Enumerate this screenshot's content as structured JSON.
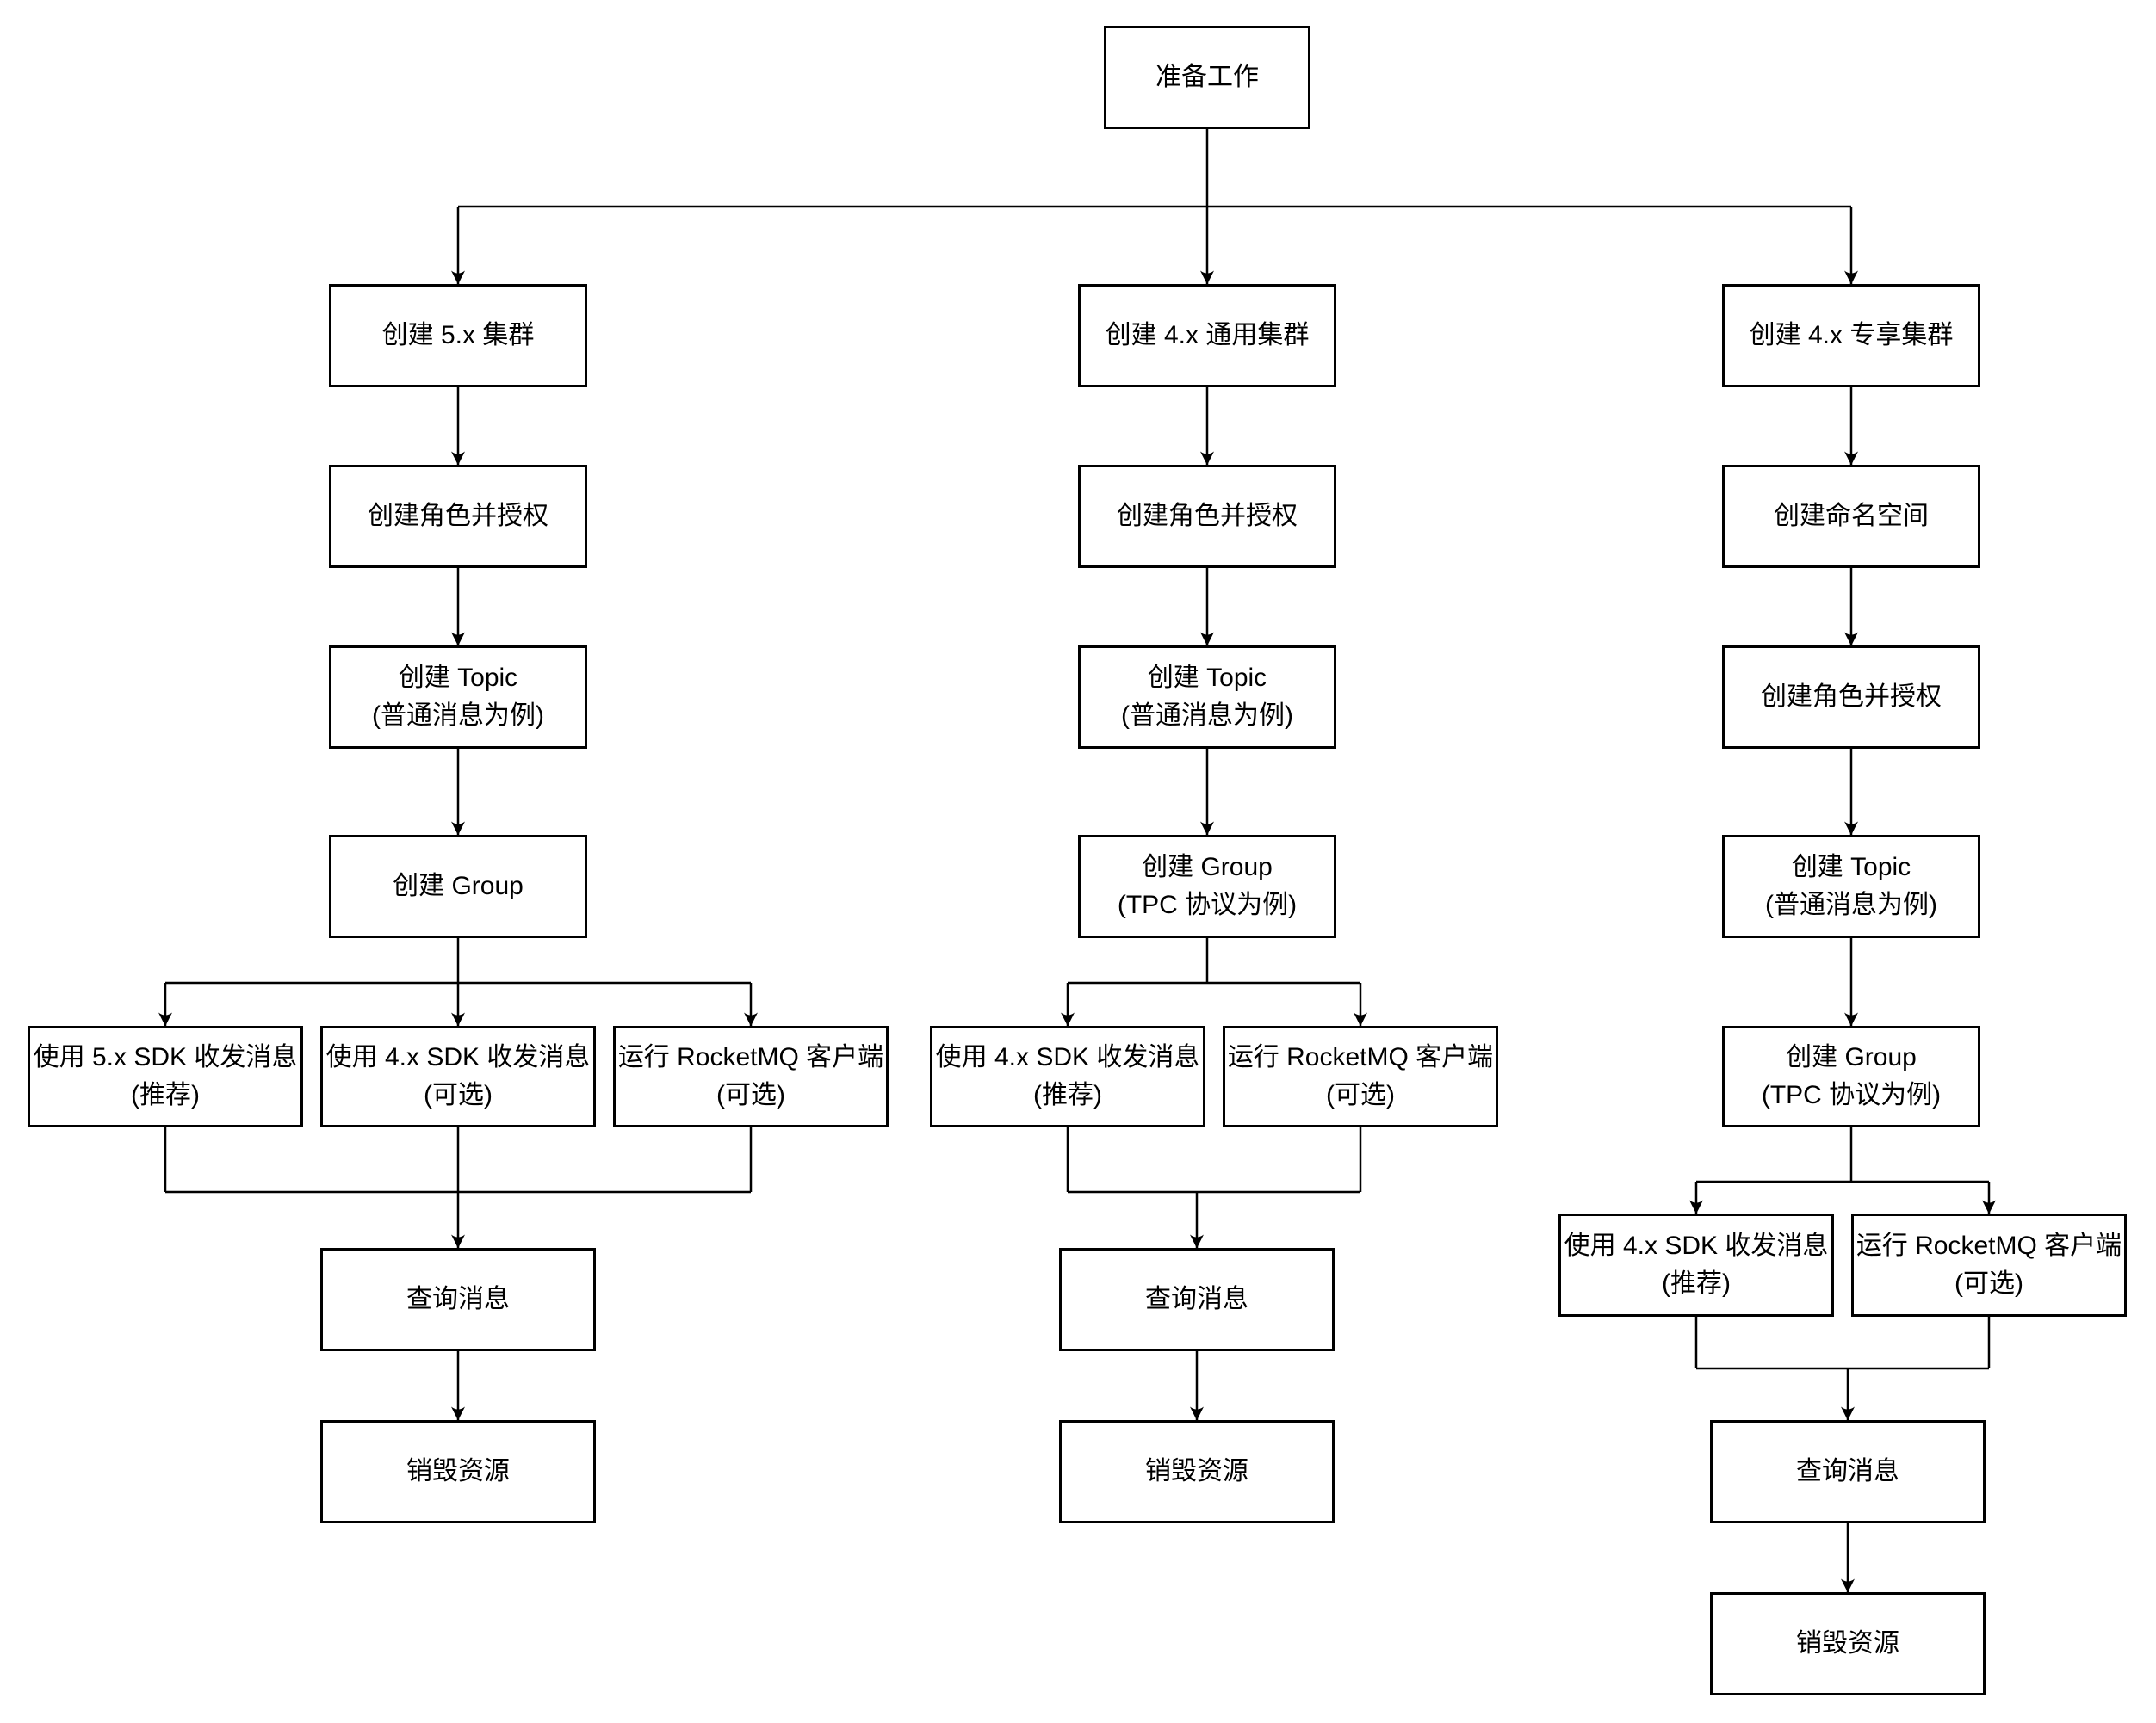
{
  "diagram": {
    "background_color": "#ffffff",
    "node_fill_color": "#ffffff",
    "node_border_color": "#000000",
    "connector_color": "#000000",
    "text_color": "#000000"
  },
  "nodes": [
    {
      "id": "prepare",
      "line1": "准备工作",
      "line2": ""
    },
    {
      "id": "c1-create-cluster",
      "line1": "创建 5.x 集群",
      "line2": ""
    },
    {
      "id": "c1-create-role",
      "line1": "创建角色并授权",
      "line2": ""
    },
    {
      "id": "c1-create-topic",
      "line1": "创建 Topic",
      "line2": "(普通消息为例)"
    },
    {
      "id": "c1-create-group",
      "line1": "创建 Group",
      "line2": ""
    },
    {
      "id": "c1-use-5x-sdk",
      "line1": "使用 5.x SDK 收发消息",
      "line2": "(推荐)"
    },
    {
      "id": "c1-use-4x-sdk",
      "line1": "使用 4.x SDK 收发消息",
      "line2": "(可选)"
    },
    {
      "id": "c1-run-client",
      "line1": "运行 RocketMQ 客户端",
      "line2": "(可选)"
    },
    {
      "id": "c1-query-message",
      "line1": "查询消息",
      "line2": ""
    },
    {
      "id": "c1-destroy-resource",
      "line1": "销毁资源",
      "line2": ""
    },
    {
      "id": "c2-create-cluster",
      "line1": "创建 4.x 通用集群",
      "line2": ""
    },
    {
      "id": "c2-create-role",
      "line1": "创建角色并授权",
      "line2": ""
    },
    {
      "id": "c2-create-topic",
      "line1": "创建 Topic",
      "line2": "(普通消息为例)"
    },
    {
      "id": "c2-create-group",
      "line1": "创建 Group",
      "line2": "(TPC 协议为例)"
    },
    {
      "id": "c2-use-4x-sdk",
      "line1": "使用 4.x SDK 收发消息",
      "line2": "(推荐)"
    },
    {
      "id": "c2-run-client",
      "line1": "运行 RocketMQ 客户端",
      "line2": "(可选)"
    },
    {
      "id": "c2-query-message",
      "line1": "查询消息",
      "line2": ""
    },
    {
      "id": "c2-destroy-resource",
      "line1": "销毁资源",
      "line2": ""
    },
    {
      "id": "c3-create-cluster",
      "line1": "创建 4.x 专享集群",
      "line2": ""
    },
    {
      "id": "c3-create-namespace",
      "line1": "创建命名空间",
      "line2": ""
    },
    {
      "id": "c3-create-role",
      "line1": "创建角色并授权",
      "line2": ""
    },
    {
      "id": "c3-create-topic",
      "line1": "创建 Topic",
      "line2": "(普通消息为例)"
    },
    {
      "id": "c3-create-group",
      "line1": "创建 Group",
      "line2": "(TPC 协议为例)"
    },
    {
      "id": "c3-use-4x-sdk",
      "line1": "使用 4.x SDK 收发消息",
      "line2": "(推荐)"
    },
    {
      "id": "c3-run-client",
      "line1": "运行 RocketMQ 客户端",
      "line2": "(可选)"
    },
    {
      "id": "c3-query-message",
      "line1": "查询消息",
      "line2": ""
    },
    {
      "id": "c3-destroy-resource",
      "line1": "销毁资源",
      "line2": ""
    }
  ],
  "edges": [
    {
      "from": "prepare",
      "to": "c1-create-cluster"
    },
    {
      "from": "prepare",
      "to": "c2-create-cluster"
    },
    {
      "from": "prepare",
      "to": "c3-create-cluster"
    },
    {
      "from": "c1-create-cluster",
      "to": "c1-create-role"
    },
    {
      "from": "c1-create-role",
      "to": "c1-create-topic"
    },
    {
      "from": "c1-create-topic",
      "to": "c1-create-group"
    },
    {
      "from": "c1-create-group",
      "to": "c1-use-5x-sdk"
    },
    {
      "from": "c1-create-group",
      "to": "c1-use-4x-sdk"
    },
    {
      "from": "c1-create-group",
      "to": "c1-run-client"
    },
    {
      "from": "c1-use-5x-sdk",
      "to": "c1-query-message"
    },
    {
      "from": "c1-use-4x-sdk",
      "to": "c1-query-message"
    },
    {
      "from": "c1-run-client",
      "to": "c1-query-message"
    },
    {
      "from": "c1-query-message",
      "to": "c1-destroy-resource"
    },
    {
      "from": "c2-create-cluster",
      "to": "c2-create-role"
    },
    {
      "from": "c2-create-role",
      "to": "c2-create-topic"
    },
    {
      "from": "c2-create-topic",
      "to": "c2-create-group"
    },
    {
      "from": "c2-create-group",
      "to": "c2-use-4x-sdk"
    },
    {
      "from": "c2-create-group",
      "to": "c2-run-client"
    },
    {
      "from": "c2-use-4x-sdk",
      "to": "c2-query-message"
    },
    {
      "from": "c2-run-client",
      "to": "c2-query-message"
    },
    {
      "from": "c2-query-message",
      "to": "c2-destroy-resource"
    },
    {
      "from": "c3-create-cluster",
      "to": "c3-create-namespace"
    },
    {
      "from": "c3-create-namespace",
      "to": "c3-create-role"
    },
    {
      "from": "c3-create-role",
      "to": "c3-create-topic"
    },
    {
      "from": "c3-create-topic",
      "to": "c3-create-group"
    },
    {
      "from": "c3-create-group",
      "to": "c3-use-4x-sdk"
    },
    {
      "from": "c3-create-group",
      "to": "c3-run-client"
    },
    {
      "from": "c3-use-4x-sdk",
      "to": "c3-query-message"
    },
    {
      "from": "c3-run-client",
      "to": "c3-query-message"
    },
    {
      "from": "c3-query-message",
      "to": "c3-destroy-resource"
    }
  ]
}
